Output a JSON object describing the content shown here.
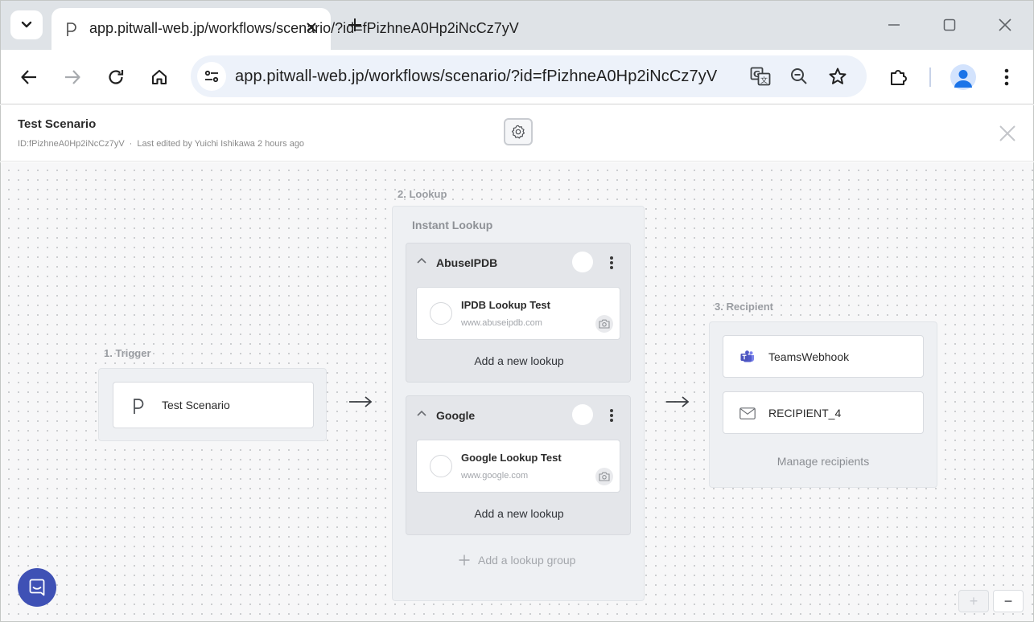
{
  "browser": {
    "tab_title": "app.pitwall-web.jp/workflows/scenario/?id=fPizhneA0Hp2iNcCz7yV",
    "url": "app.pitwall-web.jp/workflows/scenario/?id=fPizhneA0Hp2iNcCz7yV",
    "icons": [
      "tab-search-icon",
      "favicon-p-icon",
      "close-icon",
      "plus-icon",
      "minimize-icon",
      "maximize-icon",
      "window-close-icon",
      "back-arrow-icon",
      "forward-arrow-icon",
      "reload-icon",
      "home-icon",
      "site-info-icon",
      "translate-icon",
      "zoom-icon",
      "star-icon",
      "extensions-icon",
      "profile-icon",
      "more-vert-icon"
    ]
  },
  "header": {
    "title": "Test Scenario",
    "id_text": "ID:fPizhneA0Hp2iNcCz7yV",
    "separator": "·",
    "edited_text": "Last edited by Yuichi Ishikawa 2 hours ago"
  },
  "trigger": {
    "label": "1. Trigger",
    "card_label": "Test Scenario"
  },
  "lookup": {
    "label": "2. Lookup",
    "panel_title": "Instant Lookup",
    "groups": [
      {
        "name": "AbuseIPDB",
        "item_name": "IPDB Lookup Test",
        "item_url": "www.abuseipdb.com",
        "add_label": "Add a new lookup"
      },
      {
        "name": "Google",
        "item_name": "Google Lookup Test",
        "item_url": "www.google.com",
        "add_label": "Add a new lookup"
      }
    ],
    "add_group_label": "Add a lookup group"
  },
  "recipient": {
    "label": "3. Recipient",
    "items": [
      {
        "name": "TeamsWebhook",
        "icon": "teams-icon"
      },
      {
        "name": "RECIPIENT_4",
        "icon": "mail-icon"
      }
    ],
    "manage_label": "Manage recipients"
  },
  "zoom": {
    "in": "+",
    "out": "−"
  },
  "colors": {
    "accent": "#3f51b5",
    "teams": "#5059c9",
    "canvas": "#f7f7f8"
  }
}
